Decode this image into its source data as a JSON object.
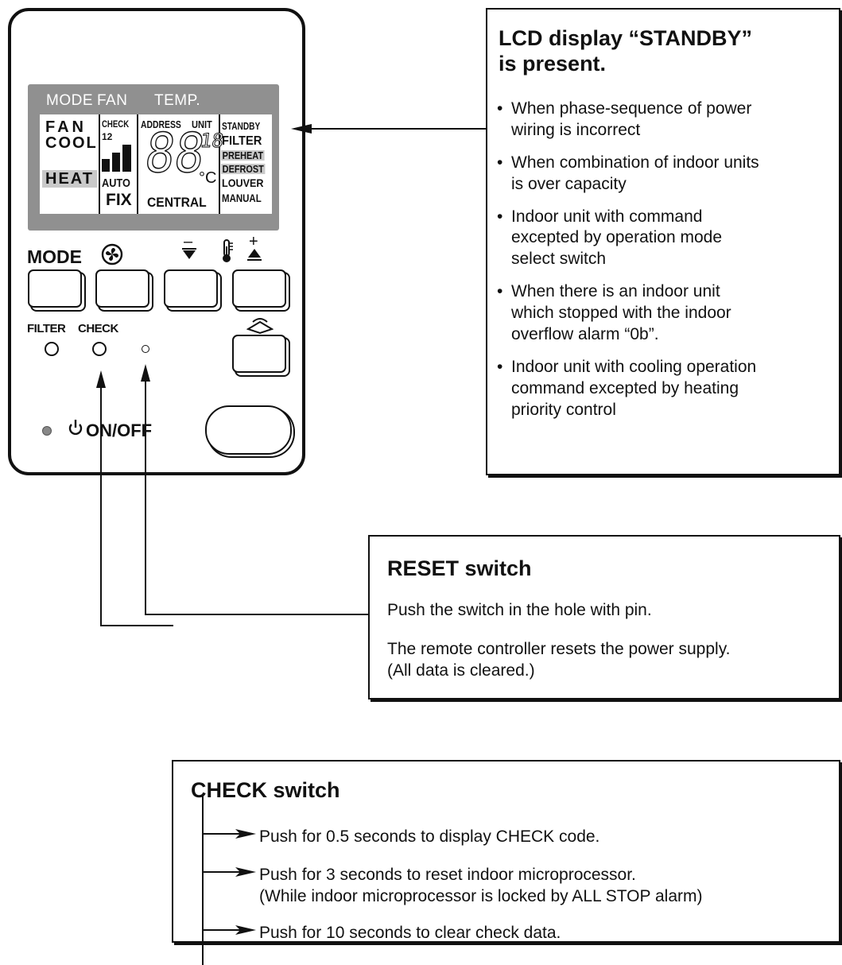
{
  "remote": {
    "lcd": {
      "mode_label": "MODE",
      "fan_label": "FAN",
      "temp_label": "TEMP.",
      "modes": [
        "FAN",
        "COOL",
        "HEAT"
      ],
      "check": "CHECK",
      "fan_level": "12",
      "auto": "AUTO",
      "fix": "FIX",
      "address": "ADDRESS",
      "unit": "UNIT",
      "digits": "88",
      "small_digits": "18",
      "celsius": "°C",
      "central": "CENTRAL",
      "status": [
        "STANDBY",
        "FILTER",
        "PREHEAT",
        "DEFROST",
        "LOUVER",
        "MANUAL"
      ]
    },
    "buttons": {
      "mode_label": "MODE",
      "minus": "–",
      "plus": "+"
    },
    "filter_label": "FILTER",
    "check_label": "CHECK",
    "onoff_label": "ON/OFF"
  },
  "standby_box": {
    "title_line1": "LCD display “STANDBY”",
    "title_line2": "is present.",
    "items": [
      {
        "l1": "When phase-sequence of power",
        "l2": "wiring is incorrect"
      },
      {
        "l1": "When combination of indoor units",
        "l2": "is over capacity"
      },
      {
        "l1": "Indoor unit with command",
        "l2": "excepted by operation mode",
        "l3": "select switch"
      },
      {
        "l1": "When there is an indoor unit",
        "l2": "which stopped with the indoor",
        "l3": "overflow alarm “0b”."
      },
      {
        "l1": "Indoor unit with cooling operation",
        "l2": "command excepted by heating",
        "l3": "priority control"
      }
    ]
  },
  "reset_box": {
    "title": "RESET switch",
    "line1": "Push the switch in the hole with pin.",
    "line2": "The remote controller resets the power supply.",
    "line3": "(All data is cleared.)"
  },
  "check_box": {
    "title": "CHECK switch",
    "item1": "Push for 0.5 seconds to display CHECK code.",
    "item2a": "Push for 3 seconds to reset indoor microprocessor.",
    "item2b": "(While indoor microprocessor is locked by ALL STOP alarm)",
    "item3": "Push for 10 seconds to clear check data."
  }
}
